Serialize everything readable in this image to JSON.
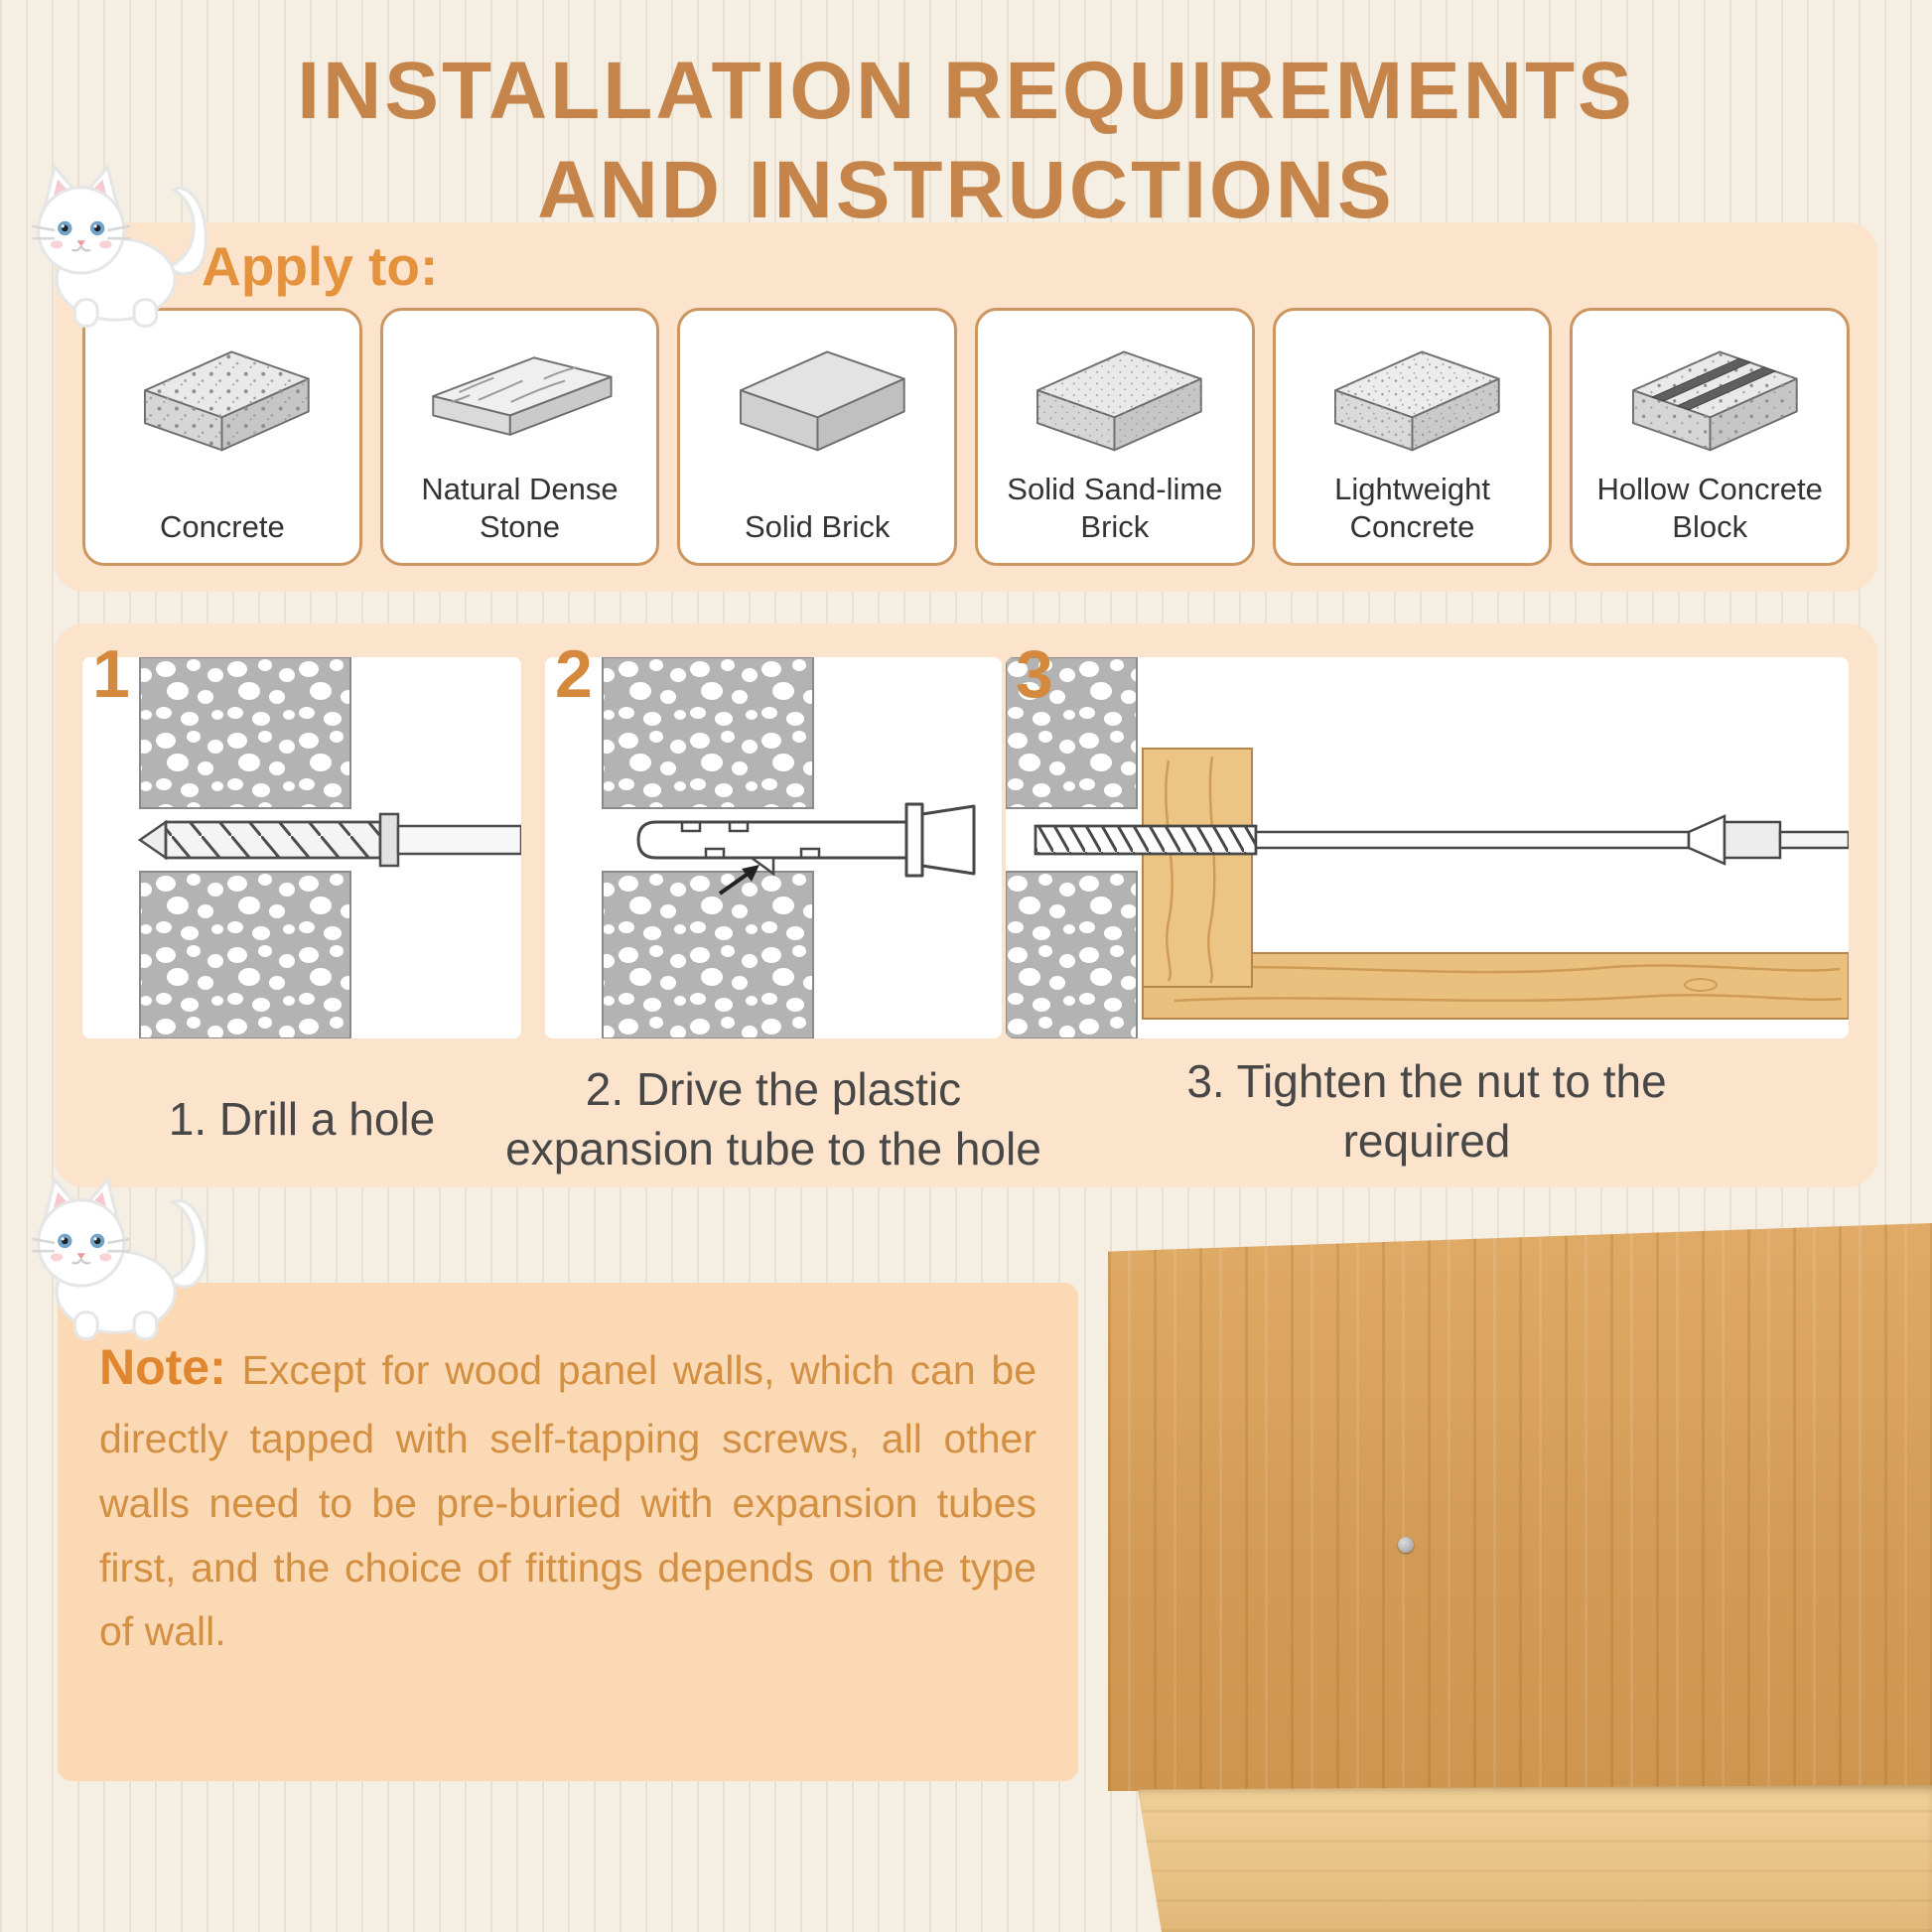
{
  "title": {
    "line1": "INSTALLATION REQUIREMENTS",
    "line2": "AND INSTRUCTIONS"
  },
  "apply_to": {
    "label": "Apply to:",
    "materials": [
      {
        "label": "Concrete",
        "icon": "concrete-block-icon"
      },
      {
        "label": "Natural Dense Stone",
        "icon": "natural-dense-stone-icon"
      },
      {
        "label": "Solid Brick",
        "icon": "solid-brick-icon"
      },
      {
        "label": "Solid Sand-lime Brick",
        "icon": "solid-sand-lime-brick-icon"
      },
      {
        "label": "Lightweight Concrete",
        "icon": "lightweight-concrete-icon"
      },
      {
        "label": "Hollow Concrete Block",
        "icon": "hollow-concrete-block-icon"
      }
    ]
  },
  "steps": [
    {
      "number": "1",
      "caption": "1. Drill a hole",
      "icon": "drill-hole-illustration"
    },
    {
      "number": "2",
      "caption": "2. Drive the plastic expansion tube to the hole",
      "icon": "expansion-tube-illustration"
    },
    {
      "number": "3",
      "caption": "3. Tighten the nut to the required",
      "icon": "tighten-nut-illustration"
    }
  ],
  "note": {
    "label": "Note:",
    "text": "Except for wood panel walls, which can be directly tapped with self-tapping screws, all other walls need to be pre-buried with expansion tubes first, and the choice of fittings depends on the type of wall."
  },
  "decorations": {
    "cat_top": "white-cat-icon",
    "cat_bottom": "white-cat-icon",
    "bottom_right": "wood-panel-product-photo"
  },
  "colors": {
    "title": "#c5854a",
    "accent_orange": "#e5923c",
    "panel_peach": "#fbe3cc",
    "note_bg": "#fbd9b4",
    "note_text": "#d38f42",
    "note_label": "#e0862e",
    "card_border": "#cb965f",
    "step_number": "#d5893c",
    "caption_text": "#474747",
    "background": "#f4eee3",
    "wood": "#d29a54"
  }
}
